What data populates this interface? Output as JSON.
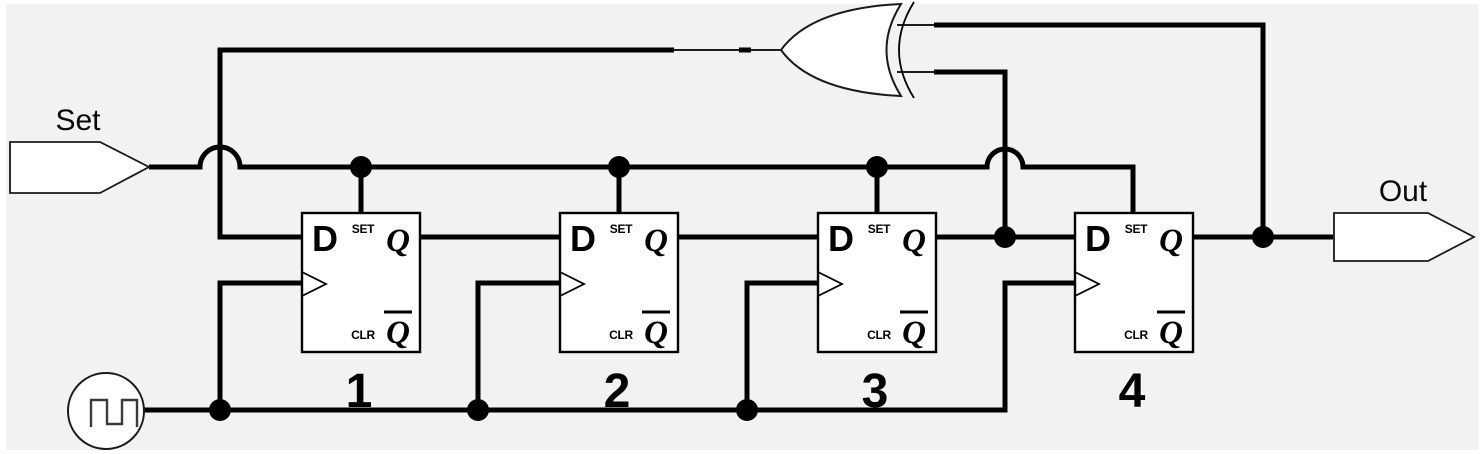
{
  "colors": {
    "canvas_bg": "#f2f2f2",
    "page_bg": "#ffffff",
    "wire": "#000000",
    "component_fill": "#ffffff",
    "text": "#000000"
  },
  "io": {
    "set_label": "Set",
    "out_label": "Out"
  },
  "flip_flops": [
    {
      "number": "1",
      "d_label": "D",
      "set_label": "SET",
      "q_label": "Q",
      "clr_label": "CLR",
      "qbar_label": "Q"
    },
    {
      "number": "2",
      "d_label": "D",
      "set_label": "SET",
      "q_label": "Q",
      "clr_label": "CLR",
      "qbar_label": "Q"
    },
    {
      "number": "3",
      "d_label": "D",
      "set_label": "SET",
      "q_label": "Q",
      "clr_label": "CLR",
      "qbar_label": "Q"
    },
    {
      "number": "4",
      "d_label": "D",
      "set_label": "SET",
      "q_label": "Q",
      "clr_label": "CLR",
      "qbar_label": "Q"
    }
  ],
  "icons": {
    "feedback_gate": "xor-gate-icon",
    "clock_source": "square-wave-icon",
    "clock_pin": "clock-edge-triangle-icon",
    "set_connector": "input-tag-icon",
    "out_connector": "output-tag-icon"
  }
}
